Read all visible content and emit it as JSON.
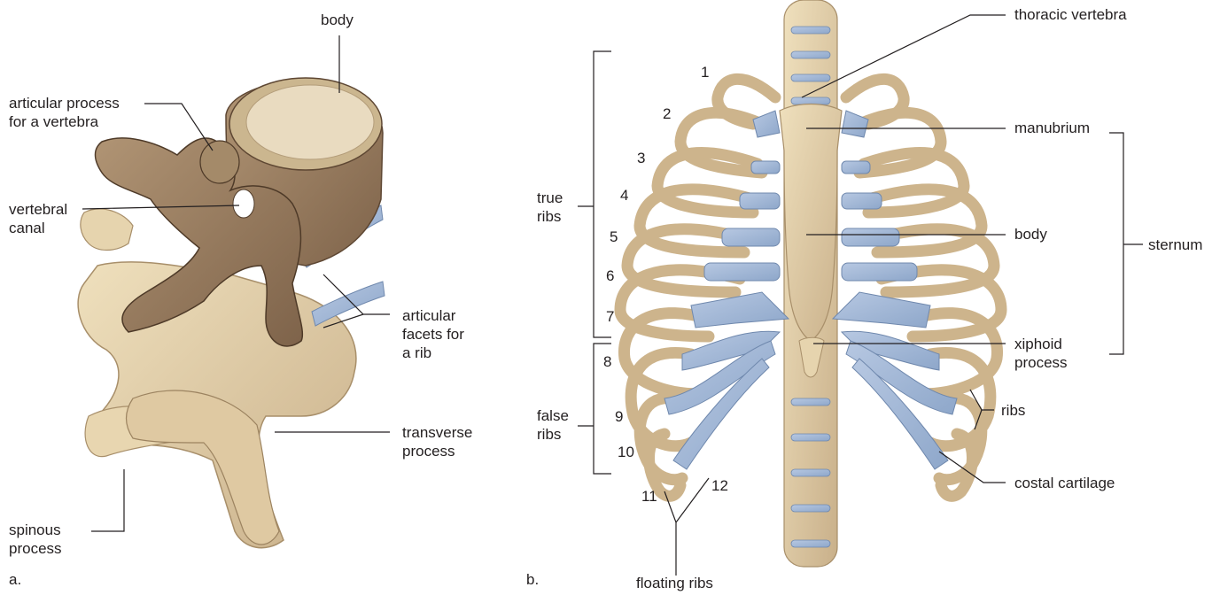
{
  "panels": {
    "a": "a.",
    "b": "b."
  },
  "vertebra_labels": {
    "body": "body",
    "articular_process": [
      "articular process",
      "for a vertebra"
    ],
    "vertebral_canal": [
      "vertebral",
      "canal"
    ],
    "articular_facets": [
      "articular",
      "facets for",
      "a rib"
    ],
    "transverse_process": [
      "transverse",
      "process"
    ],
    "spinous_process": [
      "spinous",
      "process"
    ]
  },
  "ribcage_labels": {
    "thoracic_vertebra": "thoracic vertebra",
    "manubrium": "manubrium",
    "body": "body",
    "sternum": "sternum",
    "xiphoid_process": [
      "xiphoid",
      "process"
    ],
    "ribs": "ribs",
    "costal_cartilage": "costal cartilage",
    "floating_ribs": "floating ribs",
    "true_ribs": [
      "true",
      "ribs"
    ],
    "false_ribs": [
      "false",
      "ribs"
    ]
  },
  "rib_numbers": [
    "1",
    "2",
    "3",
    "4",
    "5",
    "6",
    "7",
    "8",
    "9",
    "10",
    "11",
    "12"
  ],
  "colors": {
    "bone": "#e2cfa6",
    "bone_dark": "#b8a27a",
    "bone_shadow": "#8c6f52",
    "cartilage": "#9db4d4",
    "line": "#231f20"
  }
}
